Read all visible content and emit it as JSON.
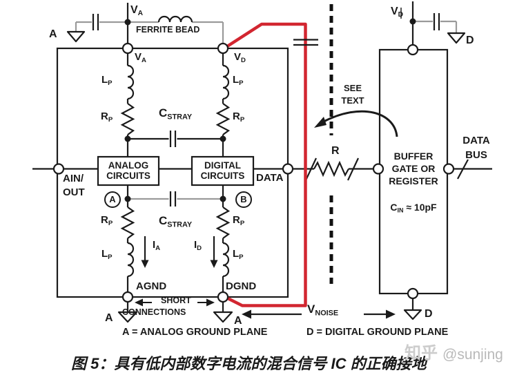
{
  "ic": {
    "va_supply": {
      "m": "V",
      "s": "A"
    },
    "ferrite_bead": "FERRITE BEAD",
    "va_pin": {
      "m": "V",
      "s": "A"
    },
    "vd_pin": {
      "m": "V",
      "s": "D"
    },
    "lp": {
      "m": "L",
      "s": "P"
    },
    "rp": {
      "m": "R",
      "s": "P"
    },
    "cstray": {
      "m": "C",
      "s": "STRAY"
    },
    "analog_block": [
      "ANALOG",
      "CIRCUITS"
    ],
    "digital_block": [
      "DIGITAL",
      "CIRCUITS"
    ],
    "node_a": "A",
    "node_b": "B",
    "ain": [
      "AIN/",
      "OUT"
    ],
    "data_pin": "DATA",
    "ia": {
      "m": "I",
      "s": "A"
    },
    "id": {
      "m": "I",
      "s": "D"
    },
    "agnd": "AGND",
    "dgnd": "DGND"
  },
  "right": {
    "vd_supply": {
      "m": "V",
      "s": "D"
    },
    "r_label": "R",
    "buffer_block": [
      "BUFFER",
      "GATE OR",
      "REGISTER"
    ],
    "cin": {
      "m": "C",
      "s": "IN",
      "rest": " ≈ 10pF"
    },
    "data_bus": [
      "DATA",
      "BUS"
    ]
  },
  "grounds": {
    "top_left": "A",
    "top_right": "D",
    "bottom_left": "A",
    "bottom_mid": "A",
    "bottom_right": "D"
  },
  "annotations": {
    "see_text": [
      "SEE",
      "TEXT"
    ],
    "short_connections": [
      "SHORT",
      "CONNECTIONS"
    ],
    "vnoise": {
      "m": "V",
      "s": "NOISE"
    },
    "analog_plane": "A = ANALOG GROUND PLANE",
    "digital_plane": "D = DIGITAL GROUND PLANE"
  },
  "caption": "图 5：具有低内部数字电流的混合信号 IC 的正确接地",
  "watermark": {
    "logo": "知乎",
    "user": "@sunjing"
  },
  "colors": {
    "wire": "#1a1a1a",
    "lead": "#9a9a9a",
    "red": "#d22630",
    "watermark": "#c3c3c3"
  }
}
